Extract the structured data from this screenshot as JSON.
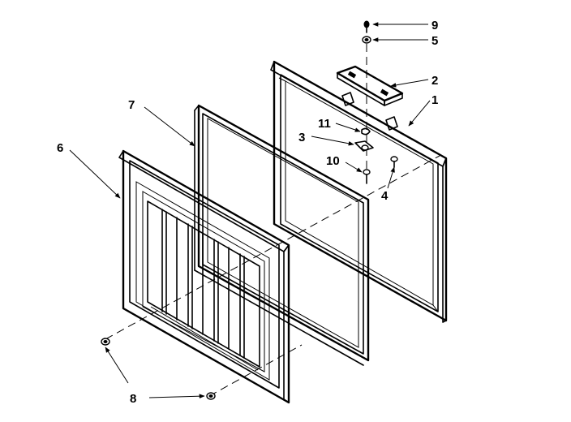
{
  "callouts": [
    {
      "id": "part-9",
      "label": "9"
    },
    {
      "id": "part-5",
      "label": "5"
    },
    {
      "id": "part-2",
      "label": "2"
    },
    {
      "id": "part-1",
      "label": "1"
    },
    {
      "id": "part-11",
      "label": "11"
    },
    {
      "id": "part-3",
      "label": "3"
    },
    {
      "id": "part-10",
      "label": "10"
    },
    {
      "id": "part-4",
      "label": "4"
    },
    {
      "id": "part-7",
      "label": "7"
    },
    {
      "id": "part-6",
      "label": "6"
    },
    {
      "id": "part-8",
      "label": "8"
    }
  ]
}
